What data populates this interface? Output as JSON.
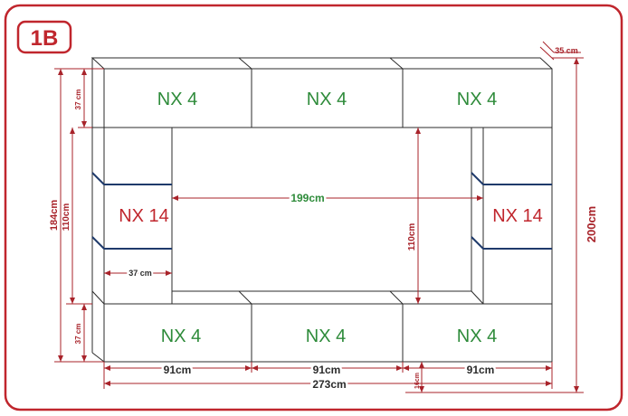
{
  "badge": "1B",
  "colors": {
    "frame": "#c0262d",
    "line": "#2b2b2b",
    "shelf": "#1f3a6b",
    "green": "#2e8b3a",
    "red": "#c0262d",
    "dimension": "#a8232a"
  },
  "modules": {
    "top_left": "NX 4",
    "top_mid": "NX 4",
    "top_right": "NX 4",
    "side_left": "NX 14",
    "side_right": "NX 14",
    "bottom_left": "NX 4",
    "bottom_mid": "NX 4",
    "bottom_right": "NX 4"
  },
  "dimensions": {
    "depth": "35 cm",
    "module_height_top": "37 cm",
    "module_height_bottom": "37 cm",
    "total_height_left": "184cm",
    "side_height_left": "110cm",
    "side_width": "37 cm",
    "inner_width": "199cm",
    "inner_height": "110cm",
    "total_height_right": "200cm",
    "width_1": "91cm",
    "width_2": "91cm",
    "width_3": "91cm",
    "total_width": "273cm",
    "leg_height": "16cm"
  }
}
